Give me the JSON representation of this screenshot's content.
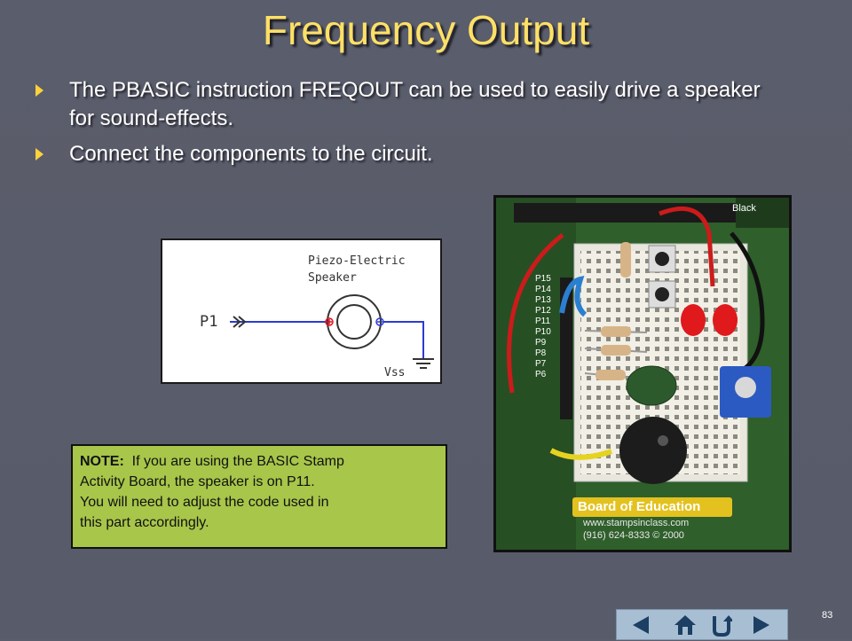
{
  "slide": {
    "title": "Frequency Output",
    "bullets": [
      "The PBASIC instruction FREQOUT can be used to easily drive a speaker for sound-effects.",
      "Connect the components to the circuit."
    ],
    "page_number": "83"
  },
  "schematic": {
    "speaker_label_line1": "Piezo-Electric",
    "speaker_label_line2": "Speaker",
    "pin_label": "P1",
    "ground_label": "Vss"
  },
  "photo": {
    "board_text": "Board of Education",
    "url_text": "www.stampsinclass.com",
    "phone_text": "(916) 624-8333",
    "copyright_text": "© 2000",
    "corner_text": "Black",
    "pin_labels": [
      "P15",
      "P14",
      "P13",
      "P12",
      "P11",
      "P10",
      "P9",
      "P8",
      "P7",
      "P6"
    ]
  },
  "note": {
    "label": "NOTE:",
    "text_line1": "If you are using the BASIC Stamp",
    "text_line2": "Activity Board, the speaker is on P11.",
    "text_line3": "You will need to adjust the code used in",
    "text_line4": "this part accordingly."
  },
  "nav": {
    "buttons": [
      "back-icon",
      "home-icon",
      "return-icon",
      "forward-icon"
    ]
  },
  "colors": {
    "title": "#ffe066",
    "bullet_arrow": "#ffd23a",
    "note_bg": "#a8c64a",
    "nav_bg": "#a8bfd3"
  }
}
